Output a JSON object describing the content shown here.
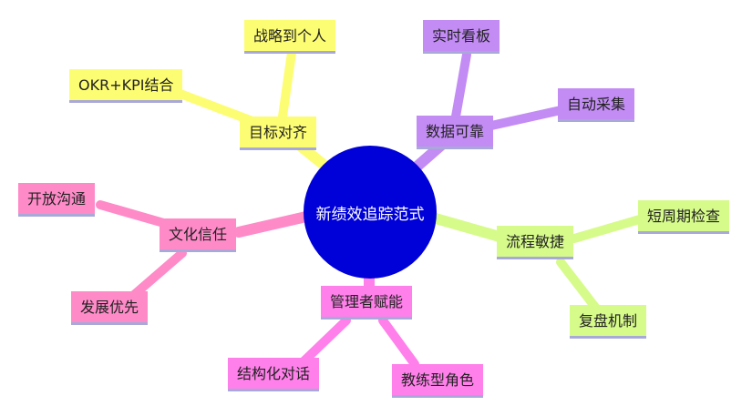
{
  "center": {
    "label": "新绩效追踪范式",
    "color": "#0000d8"
  },
  "branches": [
    {
      "id": "goal",
      "label": "目标对齐",
      "color": "#fdfd73",
      "line": "#fdfd73",
      "children": [
        {
          "label": "战略到个人"
        },
        {
          "label": "OKR+KPI结合"
        }
      ]
    },
    {
      "id": "data",
      "label": "数据可靠",
      "color": "#c38cf5",
      "line": "#c38cf5",
      "children": [
        {
          "label": "实时看板"
        },
        {
          "label": "自动采集"
        }
      ]
    },
    {
      "id": "process",
      "label": "流程敏捷",
      "color": "#d6fb8a",
      "line": "#d6fb8a",
      "children": [
        {
          "label": "短周期检查"
        },
        {
          "label": "复盘机制"
        }
      ]
    },
    {
      "id": "manager",
      "label": "管理者赋能",
      "color": "#ff80ea",
      "line": "#ff80ea",
      "children": [
        {
          "label": "结构化对话"
        },
        {
          "label": "教练型角色"
        }
      ]
    },
    {
      "id": "culture",
      "label": "文化信任",
      "color": "#ff8ac8",
      "line": "#ff8ac8",
      "children": [
        {
          "label": "开放沟通"
        },
        {
          "label": "发展优先"
        }
      ]
    }
  ]
}
